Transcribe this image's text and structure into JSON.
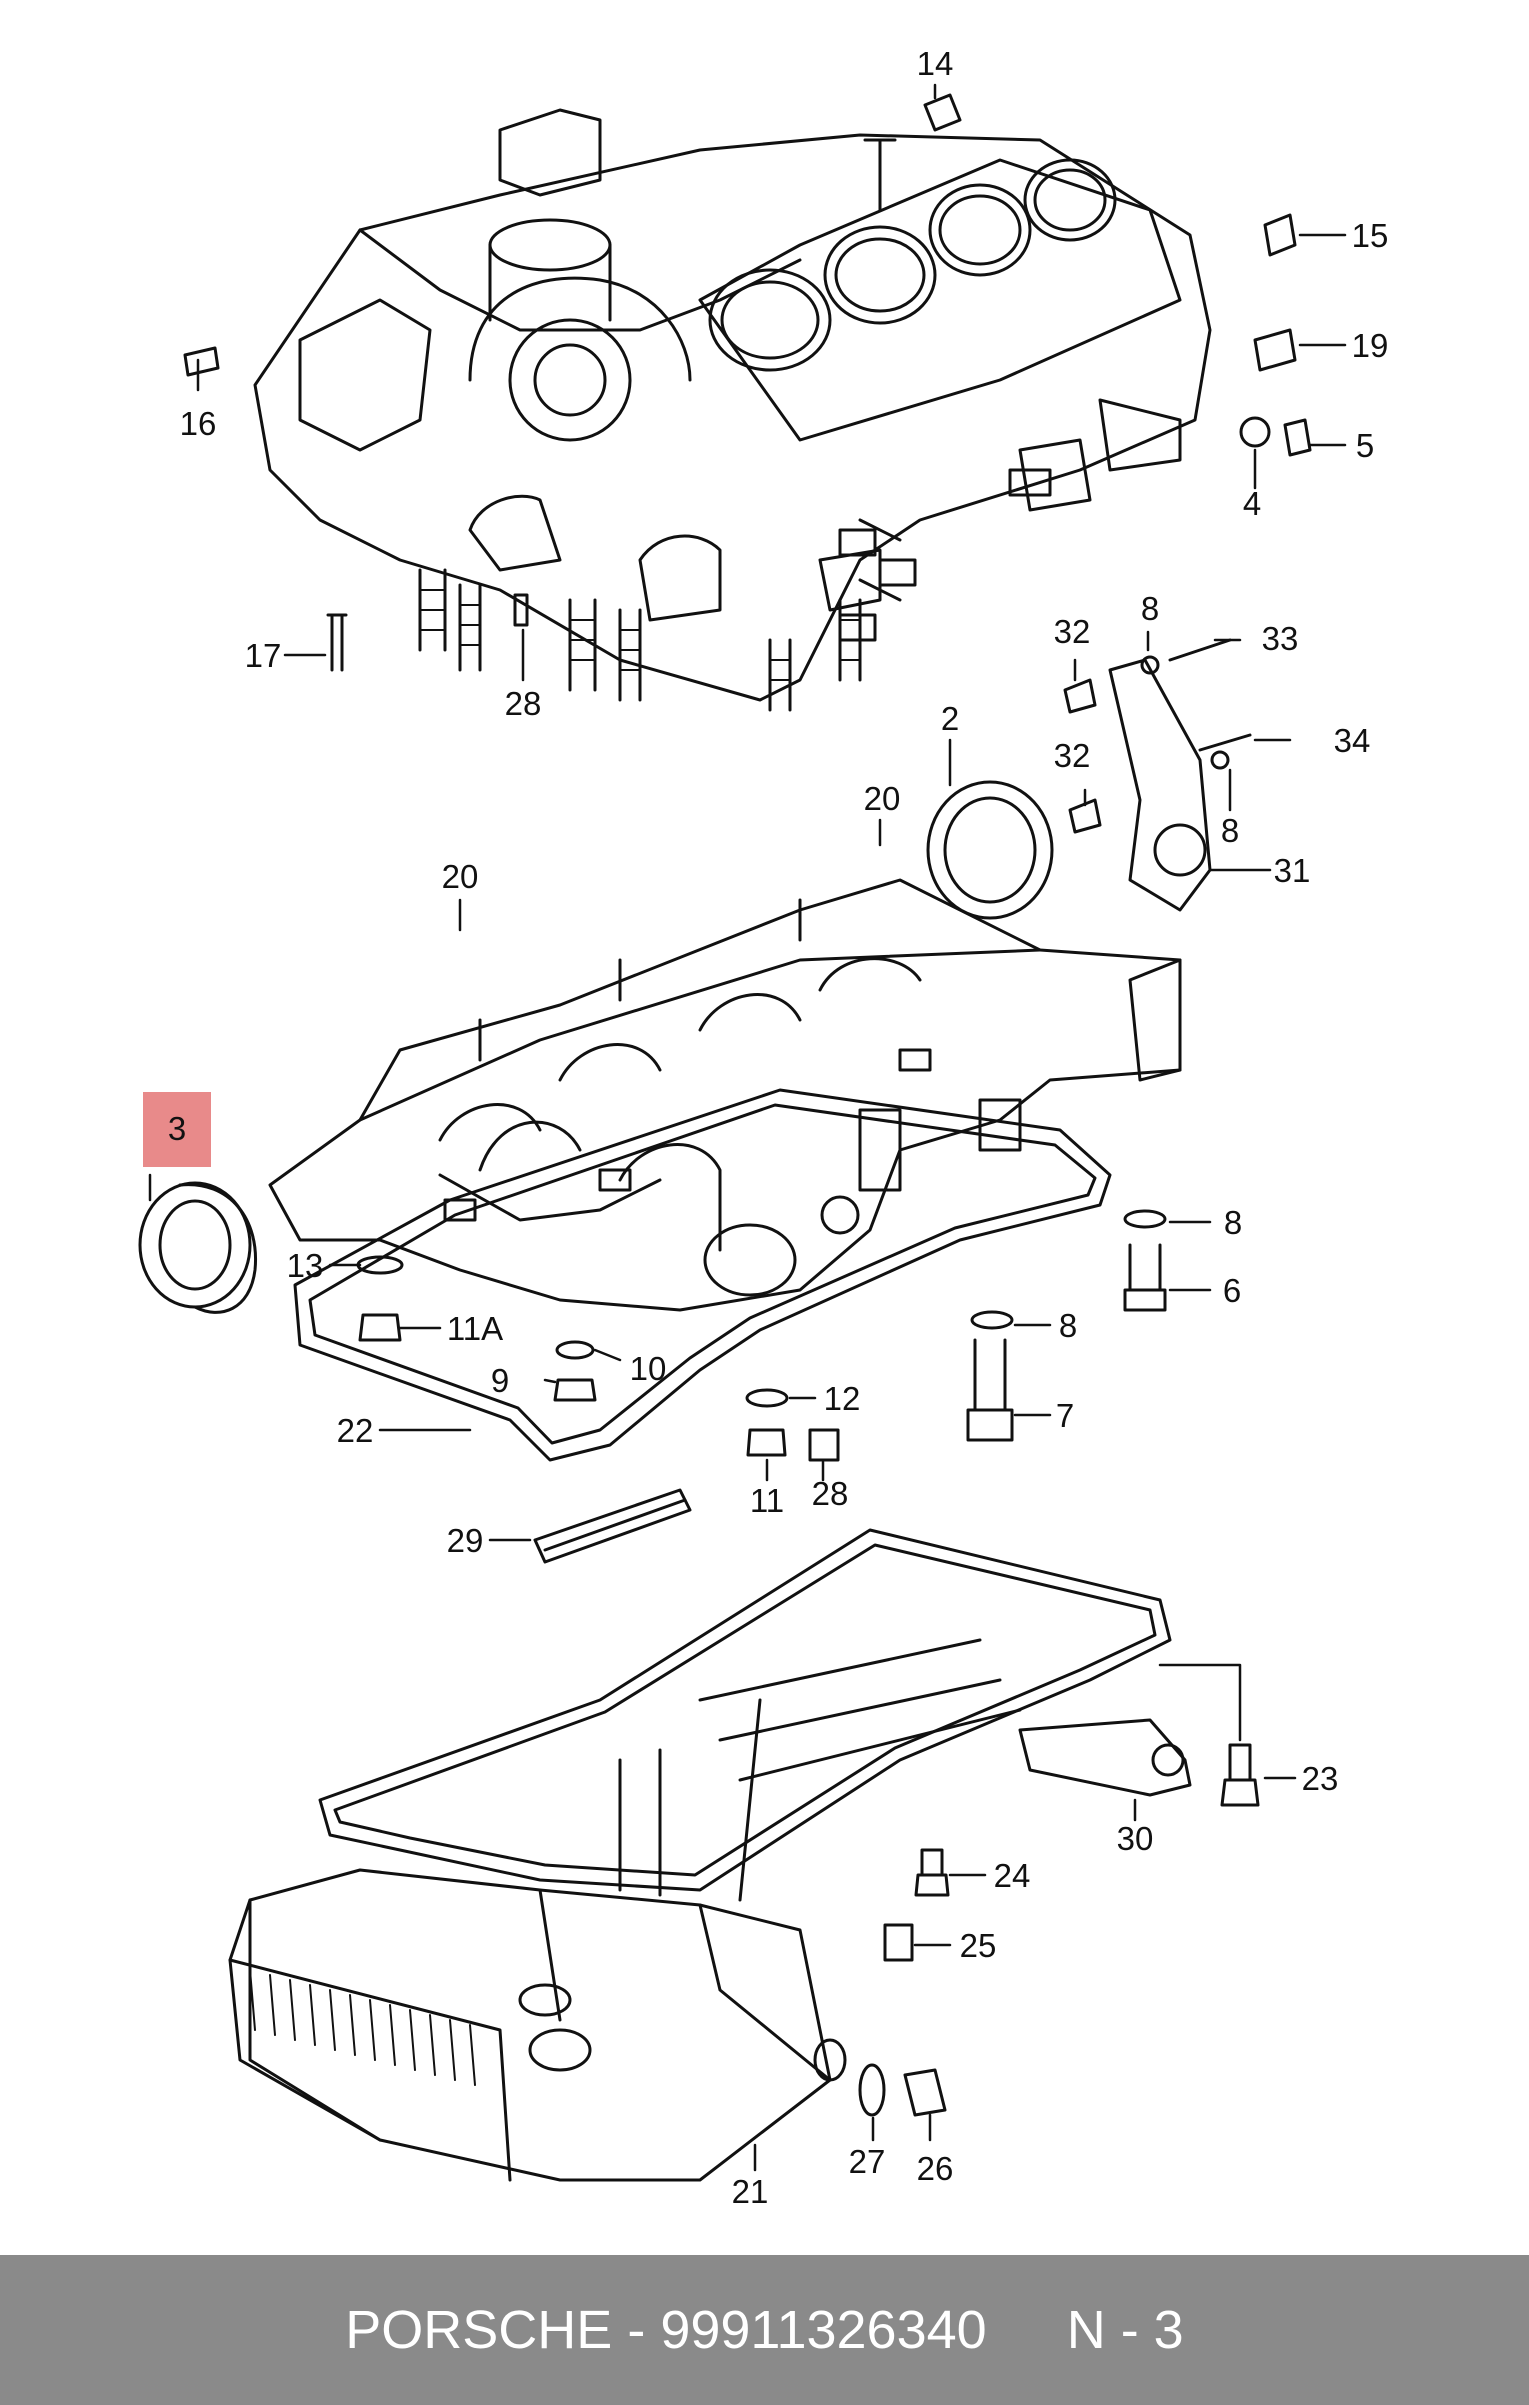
{
  "diagram": {
    "highlight_color": "#e88a8a",
    "line_color": "#111111",
    "callouts": [
      "14",
      "15",
      "19",
      "5",
      "4",
      "16",
      "17",
      "28",
      "32",
      "8",
      "33",
      "32",
      "34",
      "8",
      "31",
      "2",
      "20",
      "20",
      "3",
      "13",
      "11A",
      "10",
      "9",
      "12",
      "22",
      "11",
      "28",
      "8",
      "6",
      "8",
      "7",
      "29",
      "23",
      "30",
      "24",
      "25",
      "27",
      "26",
      "21"
    ],
    "highlighted": "3"
  },
  "footer": {
    "brand": "PORSCHE",
    "separator": "-",
    "part_number": "99911326340",
    "position_label": "N - 3",
    "background": "#8a8a8a"
  }
}
